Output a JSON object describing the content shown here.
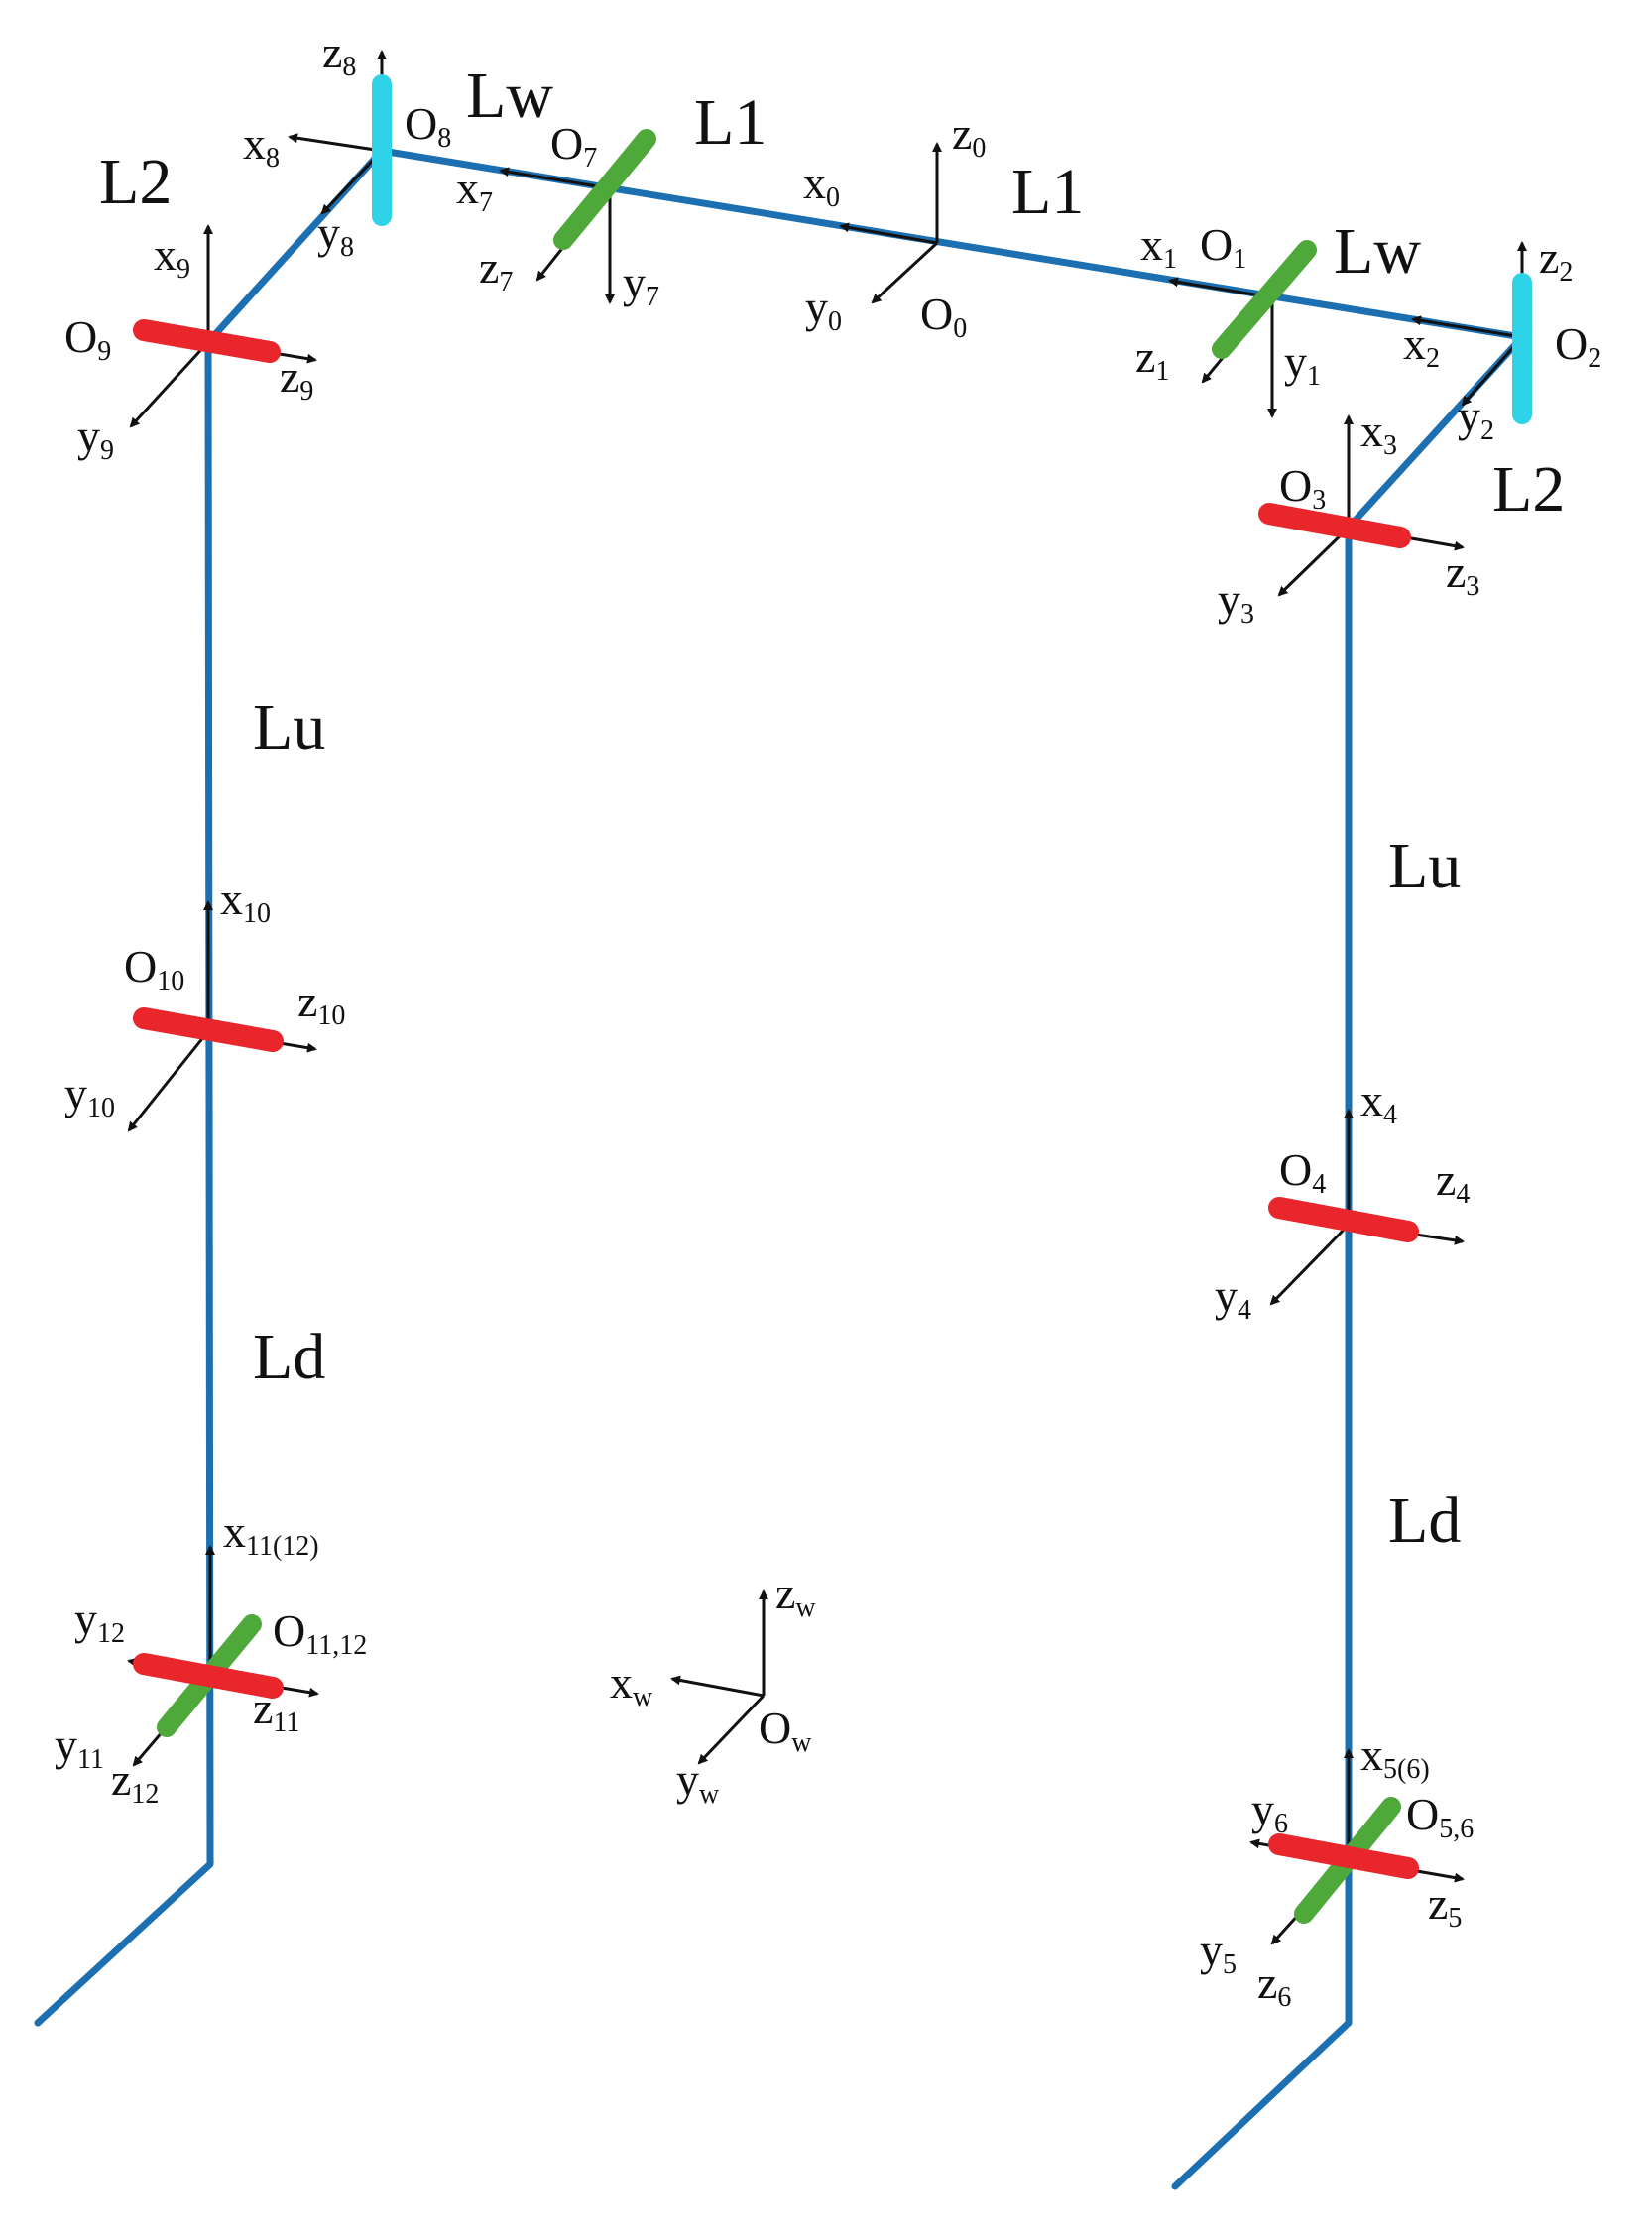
{
  "colors": {
    "link": "#1c6fb0",
    "axis": "#111111",
    "joint_red": "#e8262b",
    "joint_green": "#4fa83a",
    "joint_cyan": "#2fd3e8"
  },
  "segments": {
    "lw_left": "Lw",
    "l1_left": "L1",
    "l1_right": "L1",
    "lw_right": "Lw",
    "l2_left": "L2",
    "l2_right": "L2",
    "lu_left": "Lu",
    "lu_right": "Lu",
    "ld_left": "Ld",
    "ld_right": "Ld"
  },
  "frames": [
    {
      "origin": "O",
      "sub": "0",
      "x": "x",
      "x_sub": "0",
      "y": "y",
      "y_sub": "0",
      "z": "z",
      "z_sub": "0"
    },
    {
      "origin": "O",
      "sub": "1",
      "x": "x",
      "x_sub": "1",
      "y": "y",
      "y_sub": "1",
      "z": "z",
      "z_sub": "1"
    },
    {
      "origin": "O",
      "sub": "2",
      "x": "x",
      "x_sub": "2",
      "y": "y",
      "y_sub": "2",
      "z": "z",
      "z_sub": "2"
    },
    {
      "origin": "O",
      "sub": "3",
      "x": "x",
      "x_sub": "3",
      "y": "y",
      "y_sub": "3",
      "z": "z",
      "z_sub": "3"
    },
    {
      "origin": "O",
      "sub": "4",
      "x": "x",
      "x_sub": "4",
      "y": "y",
      "y_sub": "4",
      "z": "z",
      "z_sub": "4"
    },
    {
      "origin": "O",
      "sub": "5,6",
      "x": "x",
      "x_sub": "5(6)",
      "y": "y",
      "y_sub": "5",
      "z": "z",
      "z_sub": "5",
      "y2": "y",
      "y2_sub": "6",
      "z2": "z",
      "z2_sub": "6"
    },
    {
      "origin": "O",
      "sub": "7",
      "x": "x",
      "x_sub": "7",
      "y": "y",
      "y_sub": "7",
      "z": "z",
      "z_sub": "7"
    },
    {
      "origin": "O",
      "sub": "8",
      "x": "x",
      "x_sub": "8",
      "y": "y",
      "y_sub": "8",
      "z": "z",
      "z_sub": "8"
    },
    {
      "origin": "O",
      "sub": "9",
      "x": "x",
      "x_sub": "9",
      "y": "y",
      "y_sub": "9",
      "z": "z",
      "z_sub": "9"
    },
    {
      "origin": "O",
      "sub": "10",
      "x": "x",
      "x_sub": "10",
      "y": "y",
      "y_sub": "10",
      "z": "z",
      "z_sub": "10"
    },
    {
      "origin": "O",
      "sub": "11,12",
      "x": "x",
      "x_sub": "11(12)",
      "y": "y",
      "y_sub": "11",
      "z": "z",
      "z_sub": "11",
      "y2": "y",
      "y2_sub": "12",
      "z2": "z",
      "z2_sub": "12"
    },
    {
      "origin": "O",
      "sub": "w",
      "x": "x",
      "x_sub": "w",
      "y": "y",
      "y_sub": "w",
      "z": "z",
      "z_sub": "w"
    }
  ]
}
